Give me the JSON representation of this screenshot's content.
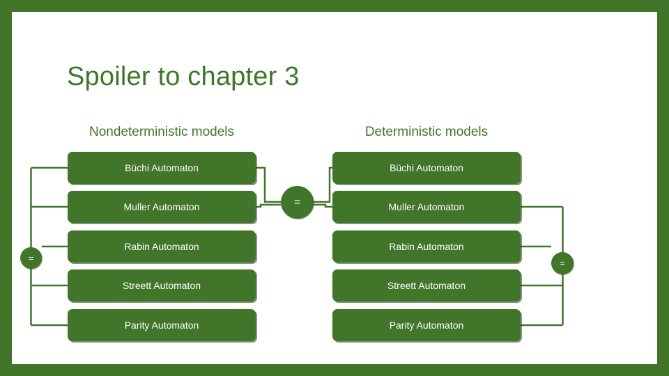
{
  "slide": {
    "title": "Spoiler to chapter 3",
    "border_color": "#41752a",
    "background_color": "#ffffff",
    "box_fill_color": "#41752a",
    "box_text_color": "#ffffff",
    "heading_color": "#41752a"
  },
  "columns": {
    "left_header": "Nondeterministic models",
    "right_header": "Deterministic models"
  },
  "rows": [
    {
      "left": "Büchi Automaton",
      "right": "Büchi Automaton"
    },
    {
      "left": "Muller Automaton",
      "right": "Muller Automaton"
    },
    {
      "left": "Rabin Automaton",
      "right": "Rabin Automaton"
    },
    {
      "left": "Streett Automaton",
      "right": "Streett Automaton"
    },
    {
      "left": "Parity Automaton",
      "right": "Parity Automaton"
    }
  ],
  "equality_badges": {
    "left": "=",
    "middle": "=",
    "right": "="
  }
}
